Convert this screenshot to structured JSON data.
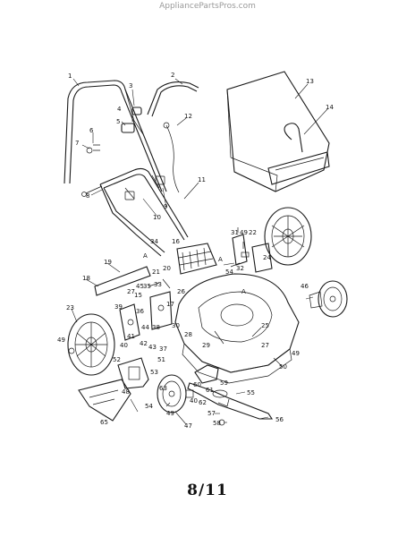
{
  "watermark": "AppliancePartsPros.com",
  "page_number": "8/11",
  "callouts": {
    "c1": "1",
    "c2": "2",
    "c3": "3",
    "c4": "4",
    "c5": "5",
    "c6": "6",
    "c7": "7",
    "c8": "8",
    "c9": "9",
    "c10": "10",
    "c11": "11",
    "c12": "12",
    "c13": "13",
    "c14": "14",
    "c15": "15",
    "c16": "16",
    "c17": "17",
    "c18": "18",
    "c19": "19",
    "c20": "20",
    "c21": "21",
    "c22": "22",
    "c23": "23",
    "c24": "24",
    "c25": "25",
    "c26": "26",
    "c27": "27",
    "c27b": "27",
    "c28": "28",
    "c29": "29",
    "c30": "30",
    "c31": "31",
    "c32": "32",
    "c33": "33",
    "c34": "34",
    "c35": "35",
    "c36": "36",
    "c37": "37",
    "c38": "38",
    "c39": "39",
    "c40": "40",
    "c40b": "40",
    "c41": "41",
    "c42": "42",
    "c43": "43",
    "c44": "44",
    "c45": "45",
    "c46": "46",
    "c47": "47",
    "c48": "48",
    "c49": "49",
    "c49b": "49",
    "c49c": "49",
    "c49d": "49",
    "c50": "50",
    "c51": "51",
    "c52": "52",
    "c53": "53",
    "c54": "54",
    "c54b": "54",
    "c55": "55",
    "c56": "56",
    "c57": "57",
    "c58": "58",
    "c59": "59",
    "c60": "60",
    "c61": "61",
    "c62": "62",
    "c63": "63",
    "c65": "65",
    "markA1": "A",
    "markA2": "A",
    "markA3": "A"
  }
}
